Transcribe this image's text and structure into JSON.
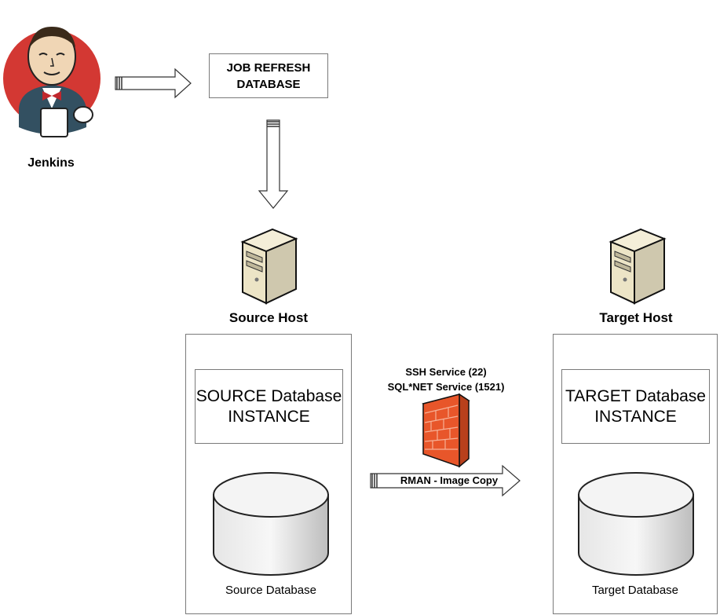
{
  "jenkins": {
    "label": "Jenkins"
  },
  "job": {
    "line1": "JOB REFRESH",
    "line2": "DATABASE"
  },
  "source": {
    "host_label": "Source Host",
    "instance_line1": "SOURCE Database",
    "instance_line2": "INSTANCE",
    "db_label": "Source Database"
  },
  "target": {
    "host_label": "Target Host",
    "instance_line1": "TARGET Database",
    "instance_line2": "INSTANCE",
    "db_label": "Target Database"
  },
  "firewall": {
    "service1": "SSH Service (22)",
    "service2": "SQL*NET Service (1521)"
  },
  "transfer": {
    "label": "RMAN - Image Copy"
  },
  "icons": {
    "jenkins": "jenkins-butler-icon",
    "server": "server-tower-icon",
    "firewall": "firewall-brick-icon",
    "database": "database-cylinder-icon"
  },
  "colors": {
    "firewall": "#e8562a",
    "jenkins_red": "#d33833",
    "jenkins_blue": "#335061"
  }
}
